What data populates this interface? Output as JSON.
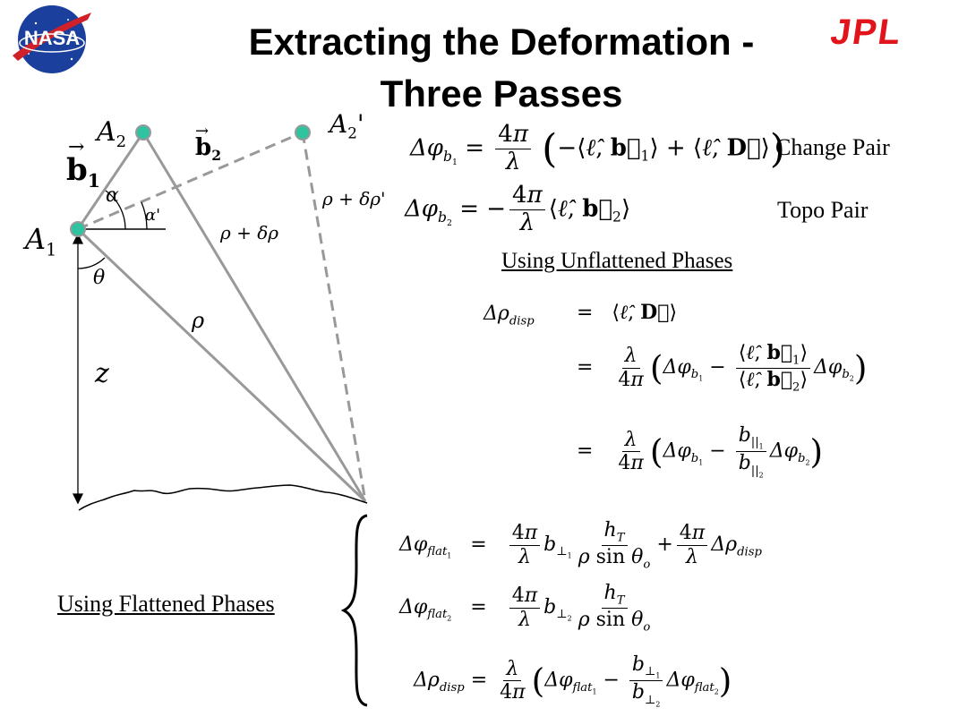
{
  "header": {
    "title_line1": "Extracting the Deformation -",
    "title_line2": "Three Passes",
    "nasa_logo_text": "NASA",
    "jpl_logo_text": "JPL"
  },
  "diagram": {
    "point_a1": "A",
    "point_a1_sub": "1",
    "point_a2": "A",
    "point_a2_sub": "2",
    "point_a2_prime": "A",
    "point_a2_prime_sub": "2",
    "point_a2_prime_mark": "'",
    "baseline_b1": "b",
    "baseline_b1_sub": "1",
    "baseline_b2": "b",
    "baseline_b2_sub": "2",
    "angle_alpha": "α",
    "angle_alpha_prime": "α'",
    "angle_theta": "θ",
    "range_rho": "ρ",
    "range_rho_drho": "ρ + δρ",
    "range_rho_drho_prime": "ρ + δρ'",
    "height_z": "z",
    "colors": {
      "lines": "#999999",
      "points": "#2ec4a0"
    }
  },
  "equations": {
    "change_pair_label": "Change Pair",
    "topo_pair_label": "Topo Pair",
    "unflattened_heading": "Using Unflattened Phases",
    "flattened_heading": "Using Flattened Phases"
  }
}
